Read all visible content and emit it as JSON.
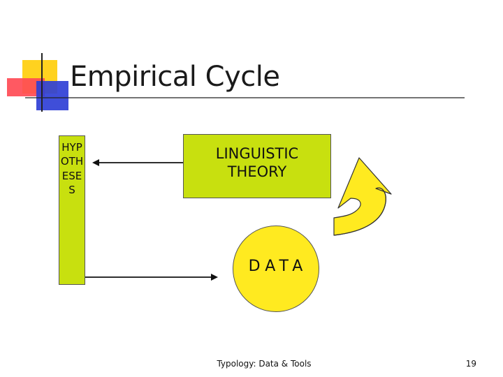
{
  "slide": {
    "title": "Empirical Cycle",
    "hypotheses_label": "HYPOTHESES",
    "theory_label": "LINGUISTIC\nTHEORY",
    "data_label": "DATA",
    "footer": "Typology: Data & Tools",
    "page_number": "19"
  },
  "colors": {
    "box_fill": "#c8e00f",
    "circle_fill": "#ffea20",
    "cycle_arrow_fill": "#ffea20",
    "logo_yellow": "#ffd21f",
    "logo_red": "#ff4b55",
    "logo_blue": "#2f3fd6"
  },
  "icons": {
    "logo": "slide-corner-logo",
    "cycle_arrow": "curved-up-arrow-icon"
  }
}
